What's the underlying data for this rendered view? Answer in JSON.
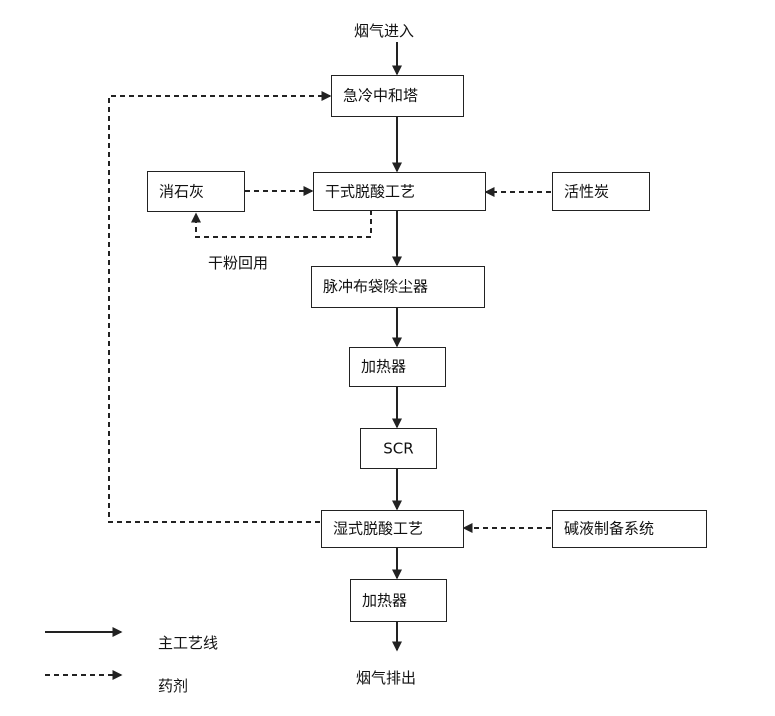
{
  "diagram": {
    "input_label": "烟气进入",
    "output_label": "烟气排出",
    "nodes": {
      "quench_tower": "急冷中和塔",
      "dry_deacid": "干式脱酸工艺",
      "slaked_lime": "消石灰",
      "activated_carbon": "活性炭",
      "dry_powder_reuse": "干粉回用",
      "pulse_bag_filter": "脉冲布袋除尘器",
      "heater_1": "加热器",
      "scr": "SCR",
      "wet_deacid": "湿式脱酸工艺",
      "alkali_prep": "碱液制备系统",
      "heater_2": "加热器"
    }
  },
  "legend": {
    "main_line": "主工艺线",
    "reagent_line": "药剂"
  },
  "colors": {
    "stroke": "#222222",
    "text": "#111111"
  }
}
